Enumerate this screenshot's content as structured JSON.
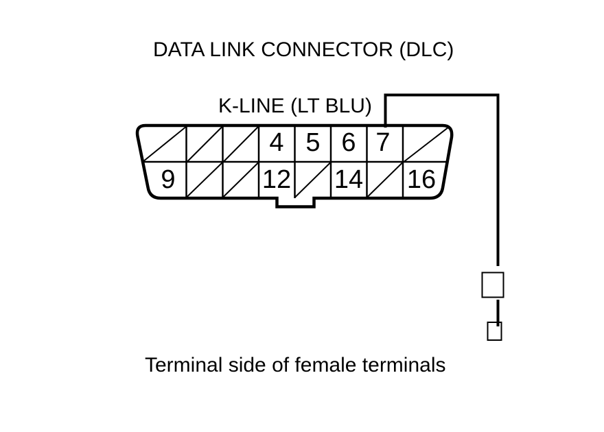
{
  "title": "DATA LINK CONNECTOR (DLC)",
  "caption": "Terminal side of female terminals",
  "wire": {
    "label": "K-LINE (LT BLU)",
    "from_pin": "7"
  },
  "connector": {
    "rows": 2,
    "columns": 8,
    "numbered_pins": [
      {
        "label": "4",
        "row": 1,
        "column": 4
      },
      {
        "label": "5",
        "row": 1,
        "column": 5
      },
      {
        "label": "6",
        "row": 1,
        "column": 6
      },
      {
        "label": "7",
        "row": 1,
        "column": 7
      },
      {
        "label": "9",
        "row": 2,
        "column": 1
      },
      {
        "label": "12",
        "row": 2,
        "column": 4
      },
      {
        "label": "14",
        "row": 2,
        "column": 6
      },
      {
        "label": "16",
        "row": 2,
        "column": 8
      }
    ],
    "slashed_positions": {
      "top_row_columns": [
        1,
        2,
        3,
        8
      ],
      "bottom_row_columns": [
        2,
        3,
        5,
        7
      ]
    }
  },
  "colors": {
    "ink": "#000000",
    "paper": "#ffffff"
  }
}
